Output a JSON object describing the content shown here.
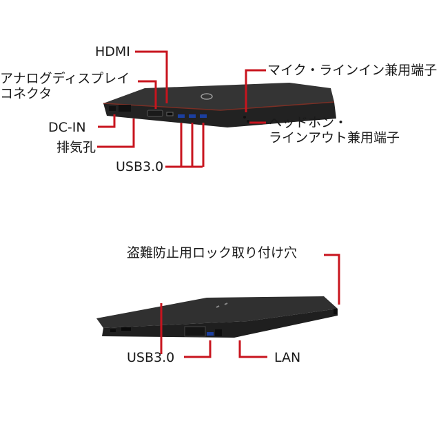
{
  "colors": {
    "leader": "#c8141e",
    "laptop_body": "#2b2b2b",
    "laptop_edge": "#151515",
    "background": "#ffffff"
  },
  "top_view": {
    "labels": {
      "hdmi": "HDMI",
      "analog_display": [
        "アナログディスプレイ",
        "コネクタ"
      ],
      "dc_in": "DC-IN",
      "exhaust": "排気孔",
      "usb": "USB3.0",
      "mic_line_in": "マイク・ラインイン兼用端子",
      "headphone_line_out": [
        "ヘッドホン・",
        "ラインアウト兼用端子"
      ]
    }
  },
  "bottom_view": {
    "labels": {
      "security_slot": "盗難防止用ロック取り付け穴",
      "usb": "USB3.0",
      "lan": "LAN"
    }
  }
}
